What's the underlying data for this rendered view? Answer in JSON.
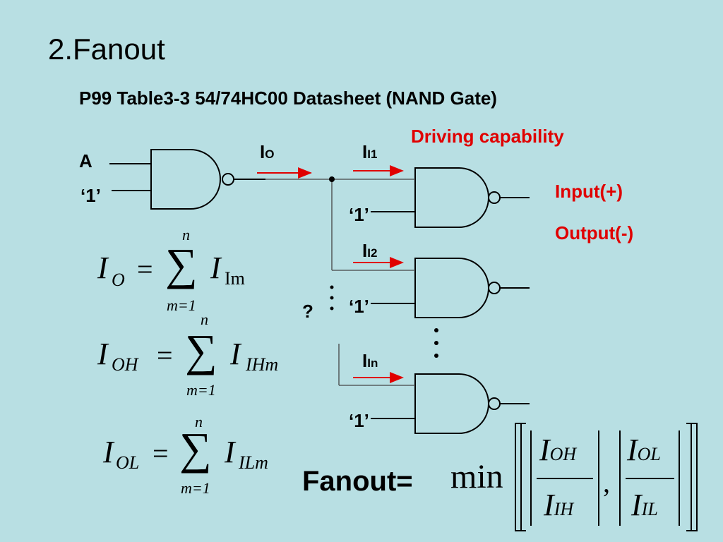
{
  "title": "2.Fanout",
  "subtitle": "P99 Table3-3 54/74HC00 Datasheet    (NAND Gate)",
  "annotations": {
    "driving": "Driving capability",
    "input": "Input(+)",
    "output": "Output(-)"
  },
  "inputs": {
    "a": "A",
    "one": "‘1’"
  },
  "currents": {
    "io": {
      "main": "I",
      "sub": "O"
    },
    "ii1": {
      "main": "I",
      "sub": "I1"
    },
    "ii2": {
      "main": "I",
      "sub": "I2"
    },
    "iin": {
      "main": "I",
      "sub": "In"
    }
  },
  "question": "?",
  "equations": {
    "eq1": {
      "lhs": "I",
      "lhs_sub": "O",
      "eq": "=",
      "sum": "∑",
      "upper": "n",
      "lower": "m=1",
      "rhs": "I",
      "rhs_sub": "Im"
    },
    "eq2": {
      "lhs": "I",
      "lhs_sub": "OH",
      "eq": "=",
      "sum": "∑",
      "upper": "n",
      "lower": "m=1",
      "rhs": "I",
      "rhs_sub": "IHm"
    },
    "eq3": {
      "lhs": "I",
      "lhs_sub": "OL",
      "eq": "=",
      "sum": "∑",
      "upper": "n",
      "lower": "m=1",
      "rhs": "I",
      "rhs_sub": "ILm"
    }
  },
  "fanout": {
    "label": "Fanout=",
    "func": "min",
    "num1": "I",
    "num1_sub": "OH",
    "den1": "I",
    "den1_sub": "IH",
    "comma": ",",
    "num2": "I",
    "num2_sub": "OL",
    "den2": "I",
    "den2_sub": "IL"
  },
  "colors": {
    "background": "#b8dfe3",
    "accent": "#e00000"
  }
}
